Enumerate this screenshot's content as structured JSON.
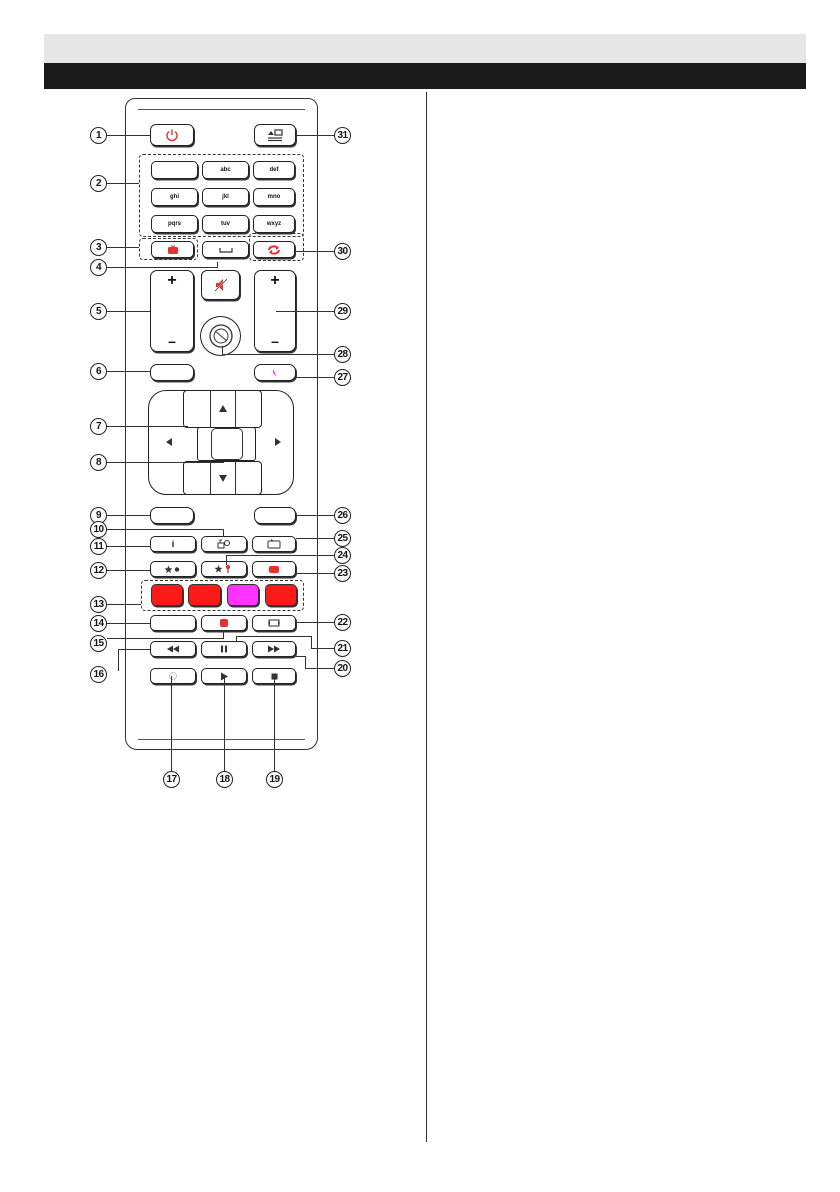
{
  "colors": {
    "power_red": "#e8312f",
    "mute_red": "#e8312f",
    "magenta": "#ff33ff",
    "red_button": "#ff1a1a",
    "green_slot": "#ff1a1a",
    "yellow_slot": "#ff33ff",
    "blue_slot": "#ff1a1a"
  },
  "keypad": {
    "row1": [
      "",
      "abc",
      "def"
    ],
    "row2": [
      "ghi",
      "jkl",
      "mno"
    ],
    "row3": [
      "pqrs",
      "tuv",
      "wxyz"
    ]
  },
  "volume": {
    "plus": "+",
    "minus": "–"
  },
  "program": {
    "plus": "+",
    "minus": "–"
  },
  "info_label": "i",
  "callouts": [
    "1",
    "2",
    "3",
    "4",
    "5",
    "6",
    "7",
    "8",
    "9",
    "10",
    "11",
    "12",
    "13",
    "14",
    "15",
    "16",
    "17",
    "18",
    "19",
    "20",
    "21",
    "22",
    "23",
    "24",
    "25",
    "26",
    "27",
    "28",
    "29",
    "30",
    "31"
  ],
  "icons": {
    "power": "power-icon",
    "source": "source-icon",
    "tv": "tv-icon",
    "swap": "swap-icon",
    "mute": "mute-icon",
    "netflix_like": "internet-icon",
    "quick_menu": "quick-menu-icon",
    "arrows": [
      "up-arrow-icon",
      "down-arrow-icon",
      "left-arrow-icon",
      "right-arrow-icon"
    ],
    "rewind": "rewind-icon",
    "pause": "pause-icon",
    "fast_forward": "fast-forward-icon",
    "record": "record-icon",
    "play": "play-icon",
    "stop": "stop-icon"
  }
}
